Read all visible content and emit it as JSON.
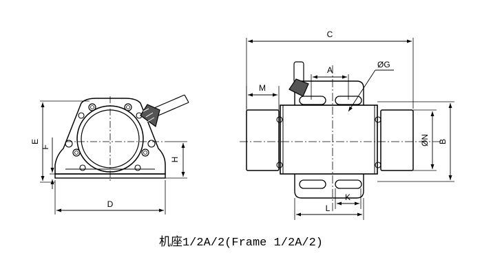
{
  "caption": "机座1/2A/2(Frame 1/2A/2)",
  "dimensions": {
    "A": "A",
    "B": "B",
    "C": "C",
    "D": "D",
    "E": "E",
    "F": "F",
    "G": "ØG",
    "H": "H",
    "K": "K",
    "L": "L",
    "M": "M",
    "N": "ØN"
  }
}
